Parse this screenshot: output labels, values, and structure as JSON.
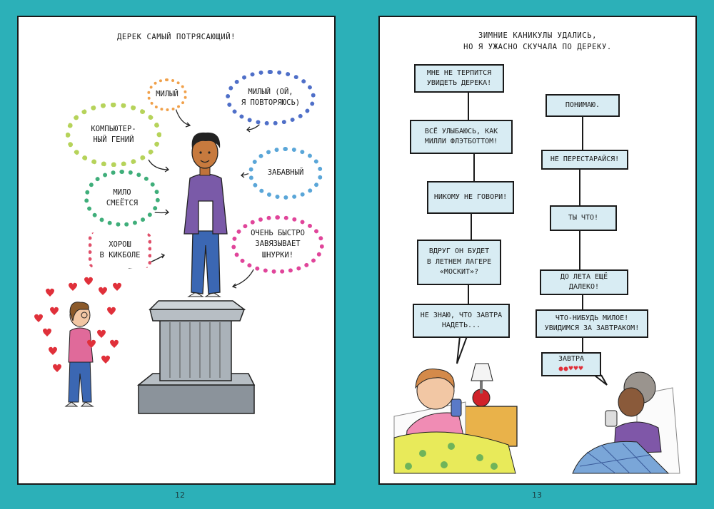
{
  "left_page": {
    "title": "Дерек самый потрясающий!",
    "bubbles": [
      {
        "text": "Милый",
        "color": "#f0a04a"
      },
      {
        "text": "Милый (ой,\nя повторяюсь)",
        "color": "#4f6fc8"
      },
      {
        "text": "Компьютер-\nный гений",
        "color": "#b6d35a"
      },
      {
        "text": "Забавный",
        "color": "#5aa6d8"
      },
      {
        "text": "Мило\nсмеётся",
        "color": "#3fae7a"
      },
      {
        "text": "Очень быстро\nзавязывает\nшнурки!",
        "color": "#e0459a"
      },
      {
        "text": "Хорош\nв кикболе",
        "color": "#e0506a"
      }
    ],
    "page_number": "12"
  },
  "right_page": {
    "title_line1": "Зимние каникулы удались,",
    "title_line2": "но я ужасно скучала по Дереку.",
    "left_messages": [
      "Мне не терпится\nувидеть Дерека!",
      "Всё улыбаюсь, как\nМилли Флэтботтом!",
      "Никому не говори!",
      "Вдруг он будет\nв летнем лагере\n«Москит»?",
      "Не знаю, что завтра\nнадеть..."
    ],
    "right_messages": [
      "Понимаю.",
      "Не перестарайся!",
      "Ты что!",
      "До лета ещё далеко!",
      "Что-нибудь милое!\nУвидимся за завтраком!",
      "Завтра"
    ],
    "page_number": "13"
  },
  "colors": {
    "background": "#2cb0b8",
    "message_box": "#d8ecf3",
    "hearts": "#e0303a"
  }
}
